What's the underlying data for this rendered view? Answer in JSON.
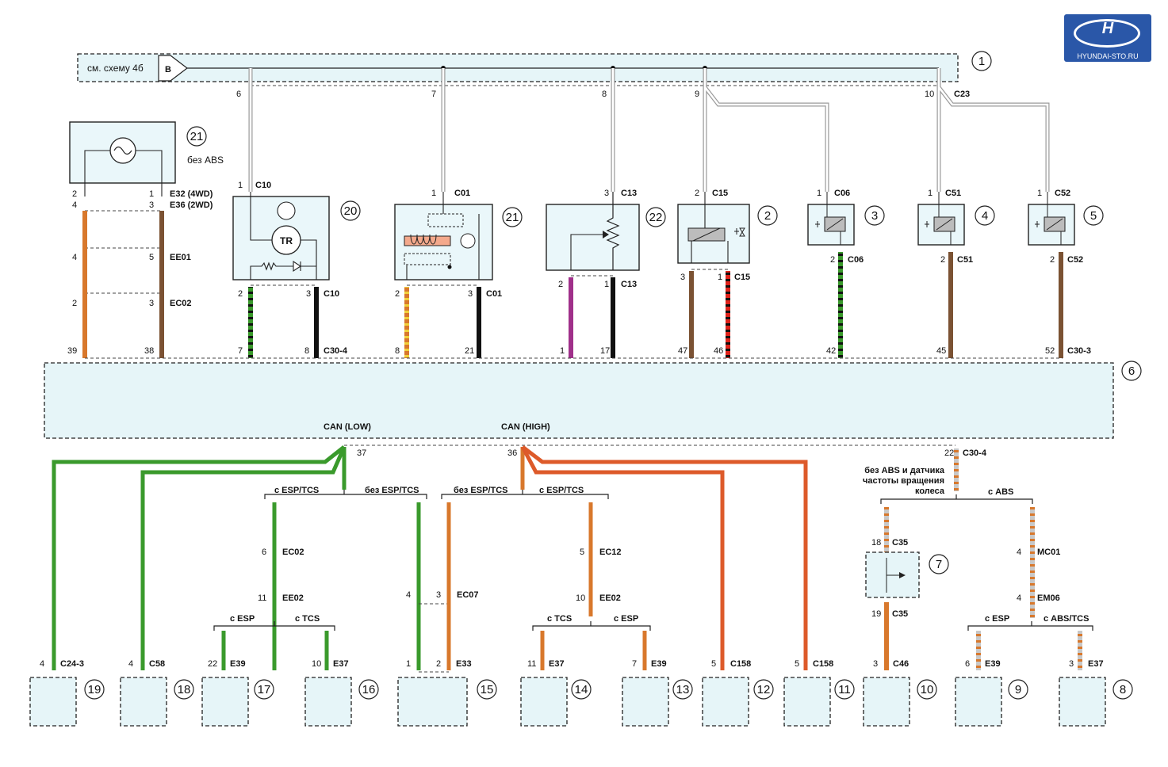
{
  "colors": {
    "panel": "#e6f5f8",
    "green": "#3a9a2c",
    "orange": "#d8782c",
    "brown": "#7b5233",
    "black": "#111111",
    "purple": "#a0308a",
    "red": "#e0241c",
    "grey_wire": "#b9b9b9"
  },
  "logo": {
    "text": "HYUNDAI-STO.RU"
  },
  "top_bus": {
    "ref_label": "см. схему 4б",
    "ref_letter": "B",
    "callout": "1"
  },
  "top_pins": [
    {
      "pin": "6"
    },
    {
      "pin": "7"
    },
    {
      "pin": "8"
    },
    {
      "pin": "9"
    },
    {
      "pin": "10",
      "conn": "C23"
    }
  ],
  "component21_left": {
    "callout": "21",
    "note": "без ABS",
    "pin_left": [
      "2",
      "4",
      "4",
      "2"
    ],
    "pin_right": [
      "1",
      "3",
      "5",
      "3"
    ],
    "conns": [
      "E32 (4WD)",
      "E36 (2WD)",
      "EE01",
      "EC02"
    ],
    "ecu_pins": [
      "39",
      "38"
    ]
  },
  "components_upper": [
    {
      "callout": "20",
      "top_pin": "1",
      "top_conn": "C10",
      "inner_label": "TR",
      "bot_pins": [
        "2",
        "3"
      ],
      "bot_conn": "C10",
      "ecu_pins": [
        "7",
        "8"
      ],
      "ecu_conn": "C30-4"
    },
    {
      "callout": "21",
      "top_pin": "1",
      "top_conn": "C01",
      "bot_pins": [
        "2",
        "3"
      ],
      "bot_conn": "C01",
      "ecu_pins": [
        "8",
        "21"
      ]
    },
    {
      "callout": "22",
      "top_pin": "3",
      "top_conn": "C13",
      "bot_pins": [
        "2",
        "1"
      ],
      "bot_conn": "C13",
      "ecu_pins": [
        "1",
        "17"
      ]
    },
    {
      "callout": "2",
      "top_pin": "2",
      "top_conn": "C15",
      "bot_pins": [
        "3",
        "1"
      ],
      "bot_conn": "C15",
      "ecu_pins": [
        "47",
        "46"
      ]
    },
    {
      "callout": "3",
      "top_pin": "1",
      "top_conn": "C06",
      "bot_pins": [
        "2"
      ],
      "bot_conn": "C06",
      "ecu_pins": [
        "42"
      ]
    },
    {
      "callout": "4",
      "top_pin": "1",
      "top_conn": "C51",
      "bot_pins": [
        "2"
      ],
      "bot_conn": "C51",
      "ecu_pins": [
        "45"
      ]
    },
    {
      "callout": "5",
      "top_pin": "1",
      "top_conn": "C52",
      "bot_pins": [
        "2"
      ],
      "bot_conn": "C52",
      "ecu_pins": [
        "52"
      ],
      "ecu_conn": "C30-3"
    }
  ],
  "ecu": {
    "callout": "6",
    "can_low": "CAN (LOW)",
    "can_high": "CAN (HIGH)",
    "pin_low": "37",
    "pin_high": "36",
    "pin_right": "22",
    "conn_right": "C30-4"
  },
  "branches": {
    "low_with": "с ESP/TCS",
    "low_without": "без ESP/TCS",
    "high_without": "без ESP/TCS",
    "high_with": "с ESP/TCS",
    "esp": "с ESP",
    "tcs": "с TCS",
    "abs_tcs": "с ABS/TCS",
    "no_abs_sensor": "без ABS и датчика частоты вращения колеса",
    "with_abs": "с ABS"
  },
  "inline_connectors": {
    "ec02": {
      "pin": "6",
      "conn": "EC02"
    },
    "ee02_low": {
      "pin": "11",
      "conn": "EE02"
    },
    "ec07": {
      "pin_left": "4",
      "pin_right": "3",
      "conn": "EC07"
    },
    "ec12": {
      "pin": "5",
      "conn": "EC12"
    },
    "ee02_high": {
      "pin": "10",
      "conn": "EE02"
    },
    "c35_top": {
      "pin": "18",
      "conn": "C35"
    },
    "c35_bot": {
      "pin": "19",
      "conn": "C35"
    },
    "mc01": {
      "pin": "4",
      "conn": "MC01"
    },
    "em06": {
      "pin": "4",
      "conn": "EM06"
    }
  },
  "bottom_modules": [
    {
      "callout": "19",
      "pin": "4",
      "conn": "C24-3"
    },
    {
      "callout": "18",
      "pin": "4",
      "conn": "C58"
    },
    {
      "callout": "17",
      "pin": "22",
      "conn": "E39"
    },
    {
      "callout": "16",
      "pin": "10",
      "conn": "E37"
    },
    {
      "callout": "15",
      "pin_left": "1",
      "pin_right": "2",
      "conn": "E33"
    },
    {
      "callout": "14",
      "pin": "11",
      "conn": "E37"
    },
    {
      "callout": "13",
      "pin": "7",
      "conn": "E39"
    },
    {
      "callout": "12",
      "pin": "5",
      "conn": "C158"
    },
    {
      "callout": "11",
      "pin": "5",
      "conn": "C158"
    },
    {
      "callout": "10",
      "pin": "3",
      "conn": "C46"
    },
    {
      "callout": "9",
      "pin": "6",
      "conn": "E39"
    },
    {
      "callout": "8",
      "pin": "3",
      "conn": "E37"
    }
  ],
  "module7": {
    "callout": "7"
  }
}
